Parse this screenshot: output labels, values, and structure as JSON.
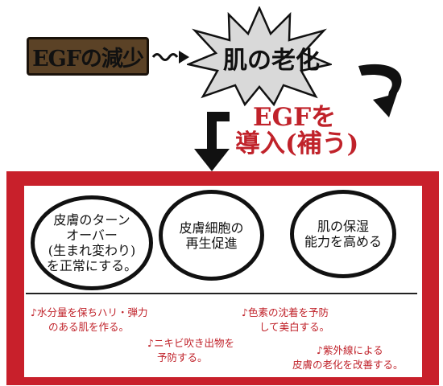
{
  "flow": {
    "egf_decrease": "EGFの減少",
    "skin_aging": "肌の老化",
    "egf_intro_line1": "EGFを",
    "egf_intro_line2": "導入(補う)"
  },
  "effects": [
    {
      "lines": [
        "皮膚のターン",
        "オーバー",
        "(生まれ変わり)",
        "を正常にする。"
      ]
    },
    {
      "lines": [
        "皮膚細胞の",
        "再生促進"
      ]
    },
    {
      "lines": [
        "肌の保湿",
        "能力を高める"
      ]
    }
  ],
  "notes": [
    {
      "line1": "♪水分量を保ちハリ・弾力",
      "line2": "のある肌を作る。"
    },
    {
      "line1": "♪色素の沈着を予防",
      "line2": "して美白する。"
    },
    {
      "line1": "♪ニキビ吹き出物を",
      "line2": "予防する。"
    },
    {
      "line1": "♪紫外線による",
      "line2": "皮膚の老化を改善する。"
    }
  ],
  "colors": {
    "accent_red": "#c8202b",
    "brown_box": "#5b4226",
    "starburst_gray": "#d9d9d9"
  }
}
